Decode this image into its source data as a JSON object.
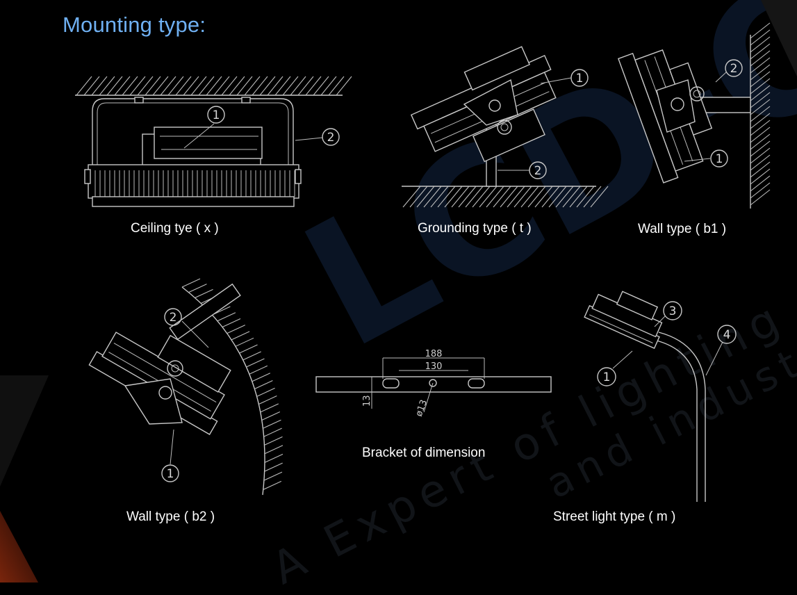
{
  "page": {
    "title": "Mounting type:"
  },
  "watermark": {
    "brand": "LCD-C",
    "line1": "A Expert of lighting fo",
    "line2": "and industr"
  },
  "colors": {
    "background": "#000000",
    "title": "#6fb0f2",
    "caption": "#ffffff",
    "drawing": "#c8c8c8",
    "accent_corner": "#8a2a10"
  },
  "diagrams": {
    "ceiling": {
      "caption": "Ceiling tye ( x )",
      "callouts": [
        "1",
        "2"
      ]
    },
    "grounding": {
      "caption": "Grounding type ( t )",
      "callouts": [
        "1",
        "2"
      ]
    },
    "wall_b1": {
      "caption": "Wall type ( b1 )",
      "callouts": [
        "2",
        "1"
      ]
    },
    "wall_b2": {
      "caption": "Wall type ( b2 )",
      "callouts": [
        "2",
        "1"
      ]
    },
    "bracket": {
      "caption": "Bracket of dimension",
      "dims": {
        "outer": "188",
        "inner": "130",
        "height": "13",
        "hole": "ø13"
      }
    },
    "street": {
      "caption": "Street light type ( m )",
      "callouts": [
        "3",
        "4",
        "1"
      ]
    }
  }
}
